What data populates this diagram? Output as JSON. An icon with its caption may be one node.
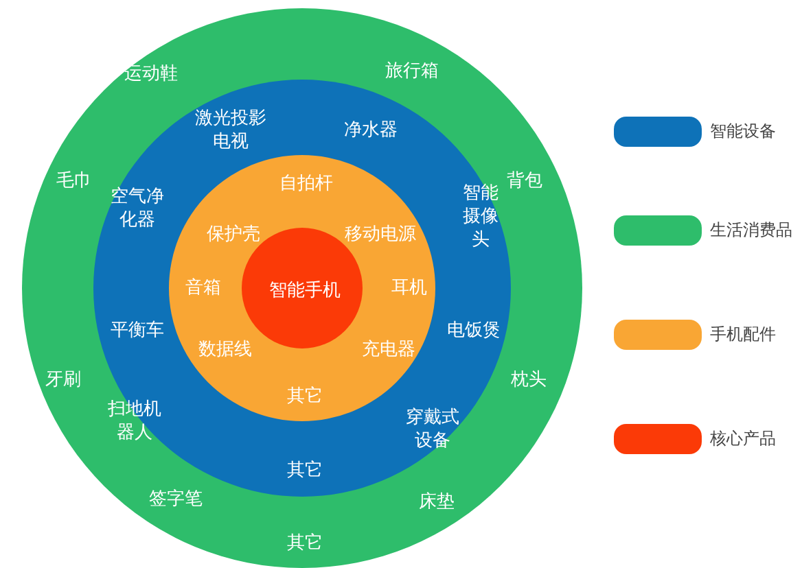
{
  "diagram": {
    "nodes": [
      {
        "text": [
          "运动鞋",
          "旅行箱",
          "毛巾",
          "背包",
          "牙刷",
          "枕头",
          "签字笔",
          "床垫",
          "其它"
        ]
      },
      {
        "text": [
          "激光投影电视",
          "净水器",
          "空气净化器",
          "智能摄像头",
          "平衡车",
          "电饭煲",
          "扫地机器人",
          "穿戴式设备",
          "其它"
        ],
        "in": 0
      },
      {
        "text": [
          "自拍杆",
          "保护壳",
          "移动电源",
          "音箱",
          "耳机",
          "数据线",
          "充电器",
          "其它"
        ],
        "in": 1
      },
      {
        "text": [
          "智能手机"
        ],
        "in": 2
      }
    ],
    "legend": [
      {
        "text": "智能设备",
        "color": "#0e72b8"
      },
      {
        "text": "生活消费品",
        "color": "#2ebd6b"
      },
      {
        "text": "手机配件",
        "color": "#f9a634"
      },
      {
        "text": "核心产品",
        "color": "#fb3a07"
      }
    ]
  }
}
